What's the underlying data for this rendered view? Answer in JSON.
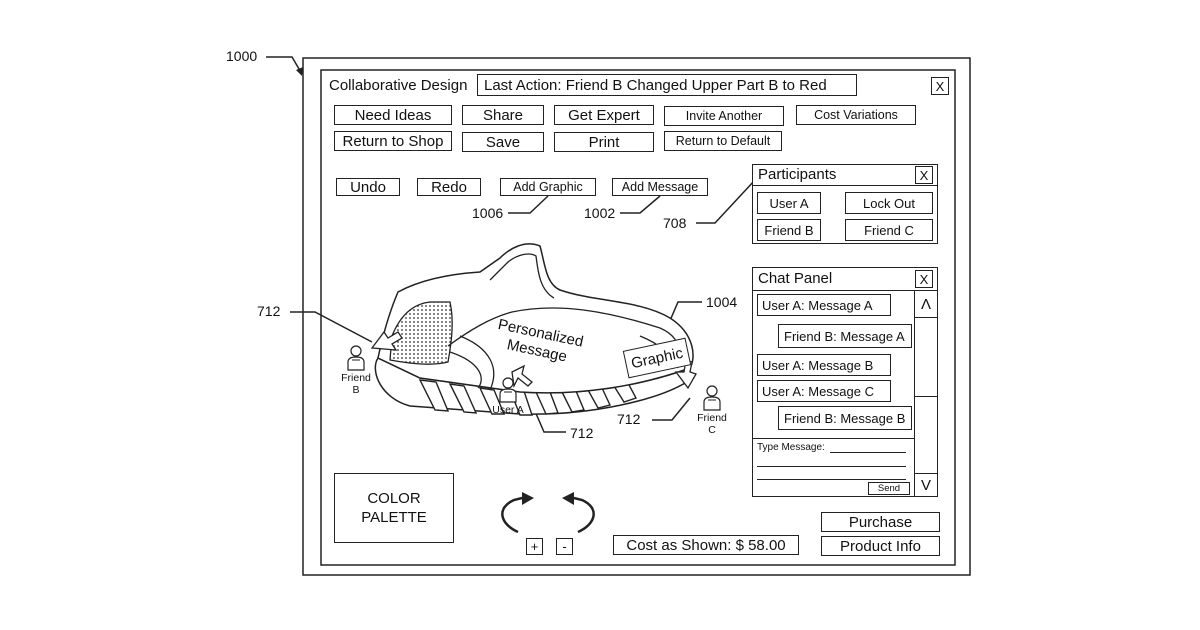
{
  "refs": {
    "figure": "1000",
    "add_graphic": "1006",
    "add_message": "1002",
    "participants": "708",
    "graphic": "1004",
    "indicator_left": "712",
    "indicator_user_a": "712",
    "indicator_friend_c": "712"
  },
  "window": {
    "title": "Collaborative Design",
    "last_action": "Last Action: Friend B Changed Upper Part B to Red",
    "close": "X"
  },
  "toolbar": {
    "need_ideas": "Need Ideas",
    "share": "Share",
    "get_expert": "Get Expert",
    "invite_another": "Invite Another",
    "cost_variations": "Cost Variations",
    "return_to_shop": "Return to Shop",
    "save": "Save",
    "print": "Print",
    "return_to_default": "Return to Default"
  },
  "edit": {
    "undo": "Undo",
    "redo": "Redo",
    "add_graphic": "Add Graphic",
    "add_message": "Add Message"
  },
  "participants": {
    "title": "Participants",
    "close": "X",
    "user_a": "User A",
    "lock_out": "Lock Out",
    "friend_b": "Friend B",
    "friend_c": "Friend C"
  },
  "chat": {
    "title": "Chat Panel",
    "close": "X",
    "scroll_up": "Λ",
    "scroll_down": "V",
    "messages": [
      "User A:  Message A",
      "Friend B:  Message A",
      "User A:  Message B",
      "User A:  Message C",
      "Friend B:  Message B"
    ],
    "type_label": "Type Message:",
    "send": "Send"
  },
  "canvas": {
    "message_line1": "Personalized",
    "message_line2": "Message",
    "graphic": "Graphic",
    "friend_b": [
      "Friend",
      "B"
    ],
    "user_a": "User A",
    "friend_c": [
      "Friend",
      "C"
    ]
  },
  "palette": {
    "line1": "COLOR",
    "line2": "PALETTE"
  },
  "zoom": {
    "plus": "+",
    "minus": "-"
  },
  "cost": "Cost as Shown: $ 58.00",
  "actions": {
    "purchase": "Purchase",
    "product_info": "Product Info"
  }
}
